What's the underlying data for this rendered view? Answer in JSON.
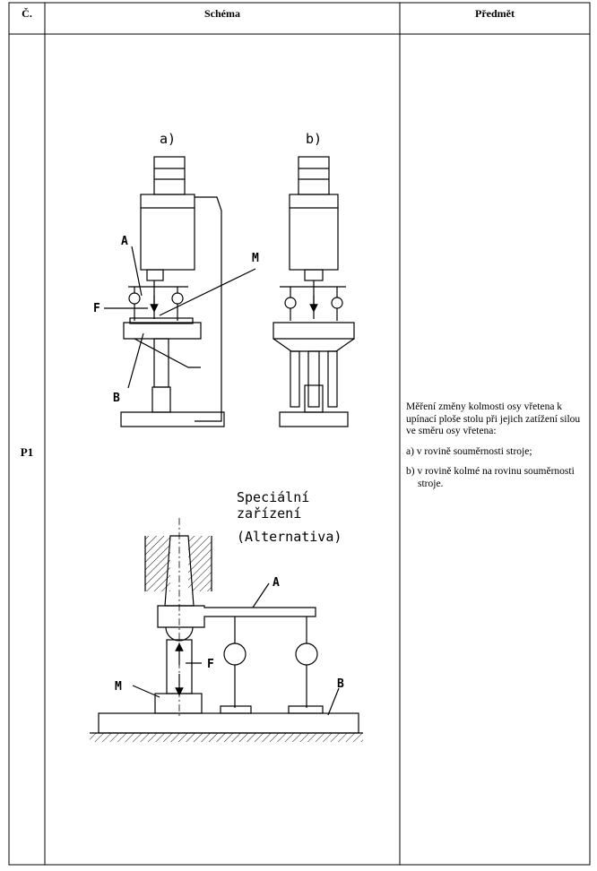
{
  "table": {
    "headers": {
      "number": "Č.",
      "schema": "Schéma",
      "subject": "Předmět"
    },
    "row": {
      "number": "P1",
      "subject": {
        "intro": "Měření změny kolmosti osy vřetena k upínací ploše stolu při jejich zatížení silou ve směru osy vřetena:",
        "item_a": "a)  v rovině souměrnosti stroje;",
        "item_b": "b)  v rovině kolmé na rovinu souměrnosti stroje."
      }
    }
  },
  "schema": {
    "view_a": "a)",
    "view_b": "b)",
    "labels": {
      "A": "A",
      "F": "F",
      "M": "M",
      "B": "B"
    },
    "special": {
      "line1": "Speciální",
      "line2": "zařízení",
      "line3": "(Alternativa)"
    },
    "labels2": {
      "A": "A",
      "F": "F",
      "M": "M",
      "B": "B"
    }
  }
}
